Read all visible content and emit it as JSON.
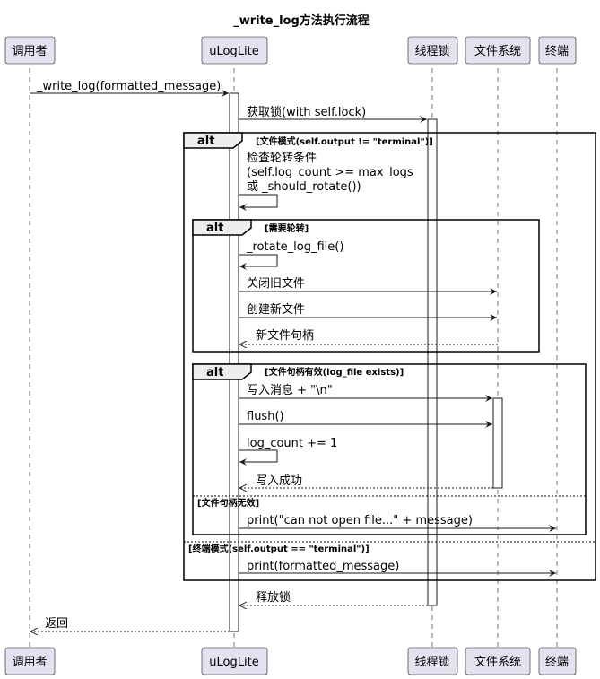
{
  "title": "_write_log方法执行流程",
  "participants": [
    "调用者",
    "uLogLite",
    "线程锁",
    "文件系统",
    "终端"
  ],
  "messages": {
    "m1": "_write_log(formatted_message)",
    "m2": "获取锁(with self.lock)",
    "m3a": "检查轮转条件",
    "m3b": "(self.log_count >= max_logs",
    "m3c": "或 _should_rotate())",
    "m4": "_rotate_log_file()",
    "m5": "关闭旧文件",
    "m6": "创建新文件",
    "m7": "新文件句柄",
    "m8": "写入消息 + \"\\n\"",
    "m9": "flush()",
    "m10": "log_count += 1",
    "m11": "写入成功",
    "m12": "print(\"can not open file...\" + message)",
    "m13": "print(formatted_message)",
    "m14": "释放锁",
    "m15": "返回"
  },
  "fragments": {
    "alt_keyword": "alt",
    "outer_guard": "[文件模式(self.output != \"terminal\")]",
    "outer_else": "[终端模式(self.output == \"terminal\")]",
    "rotate_guard": "[需要轮转]",
    "valid_guard": "[文件句柄有效(log_file exists)]",
    "valid_else": "[文件句柄无效]"
  }
}
